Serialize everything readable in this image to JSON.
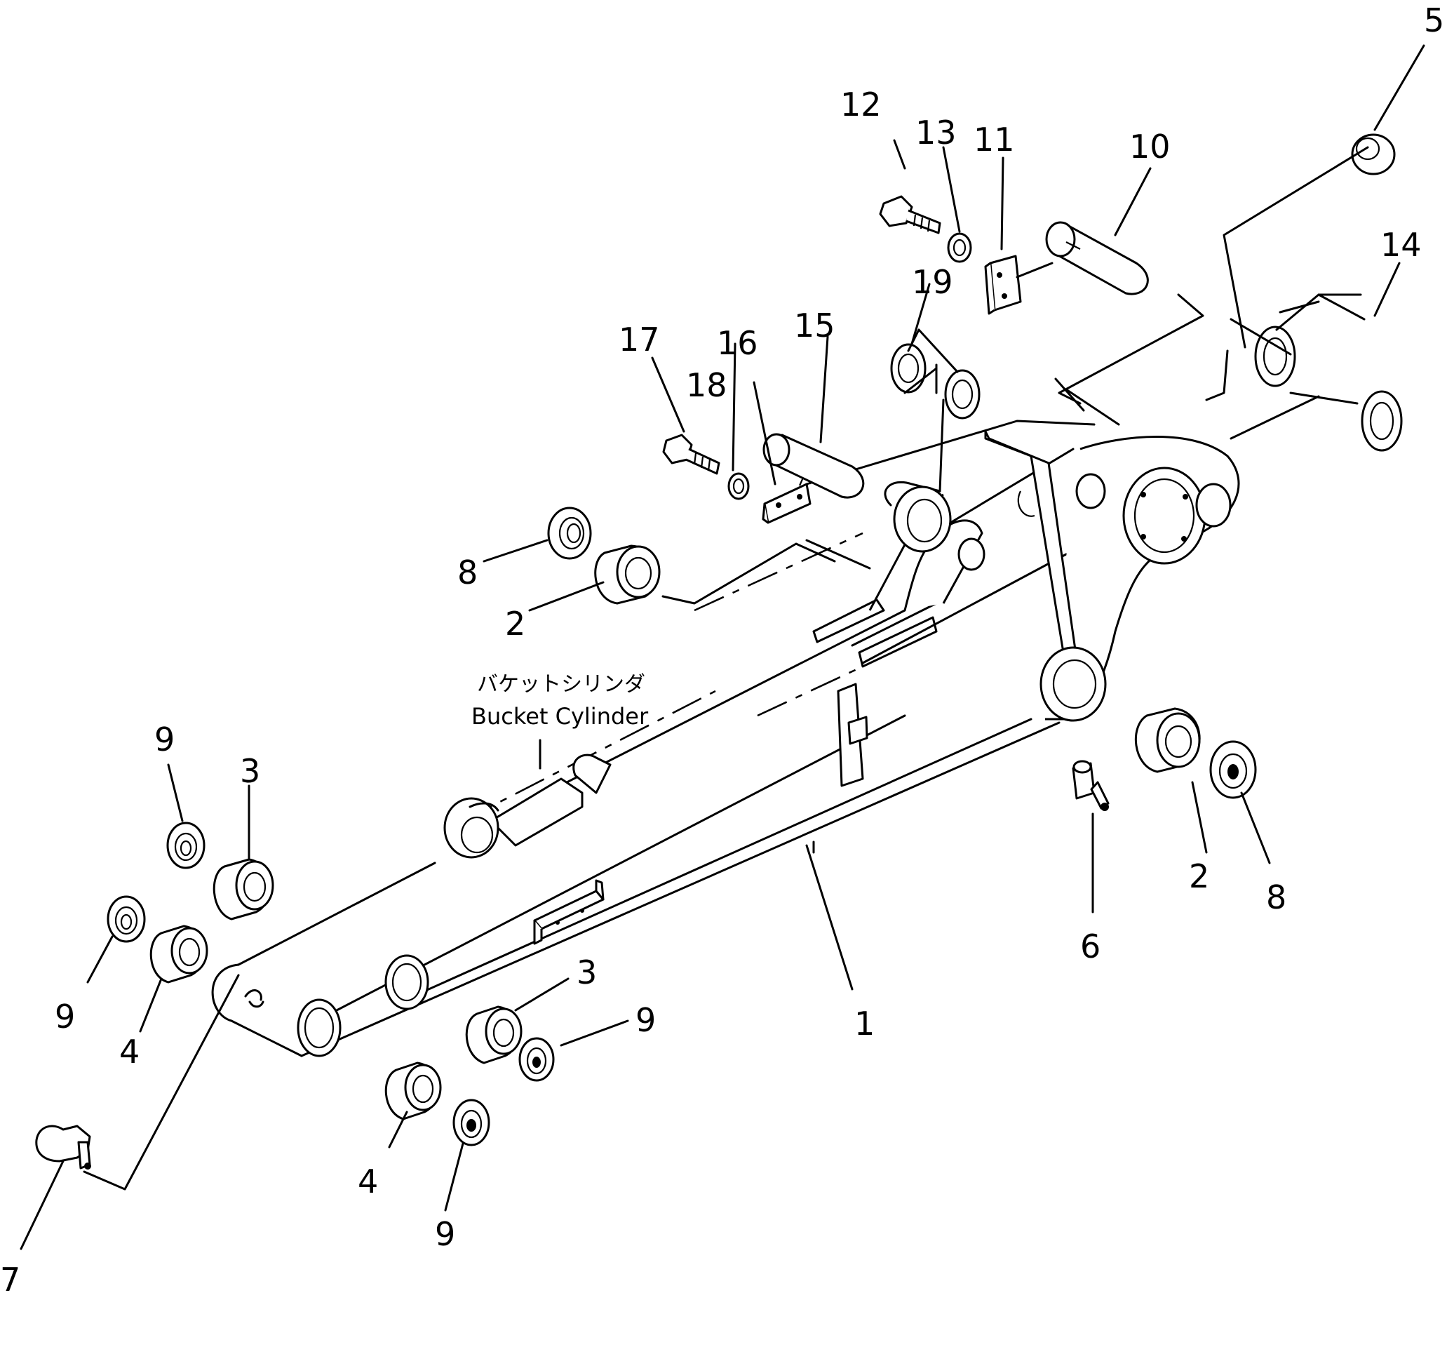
{
  "caption": {
    "japanese": "バケットシリンダ",
    "english": "Bucket Cylinder"
  },
  "callouts": [
    "1",
    "2",
    "2",
    "3",
    "3",
    "4",
    "4",
    "5",
    "6",
    "7",
    "8",
    "8",
    "9",
    "9",
    "9",
    "9",
    "10",
    "11",
    "12",
    "13",
    "14",
    "15",
    "16",
    "17",
    "18",
    "19"
  ]
}
